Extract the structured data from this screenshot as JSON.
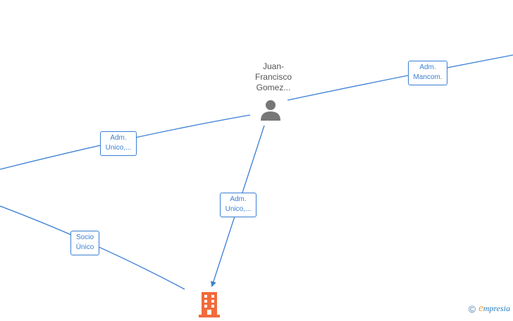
{
  "person": {
    "name_lines": [
      "Juan-",
      "Francisco",
      "Gomez..."
    ],
    "icon": "person-icon"
  },
  "company": {
    "icon": "building-icon",
    "color": "#f26b3a"
  },
  "edge_labels": {
    "adm_mancom": [
      "Adm.",
      "Mancom."
    ],
    "adm_unico_left": [
      "Adm.",
      "Unico,..."
    ],
    "adm_unico_center": [
      "Adm.",
      "Unico,..."
    ],
    "socio_unico": [
      "Socio",
      "Único"
    ]
  },
  "watermark": {
    "copyright": "©",
    "brand_first": "e",
    "brand_rest": "mpresia"
  },
  "colors": {
    "edge": "#3a7fd5",
    "person": "#777777",
    "company": "#f26b3a"
  }
}
